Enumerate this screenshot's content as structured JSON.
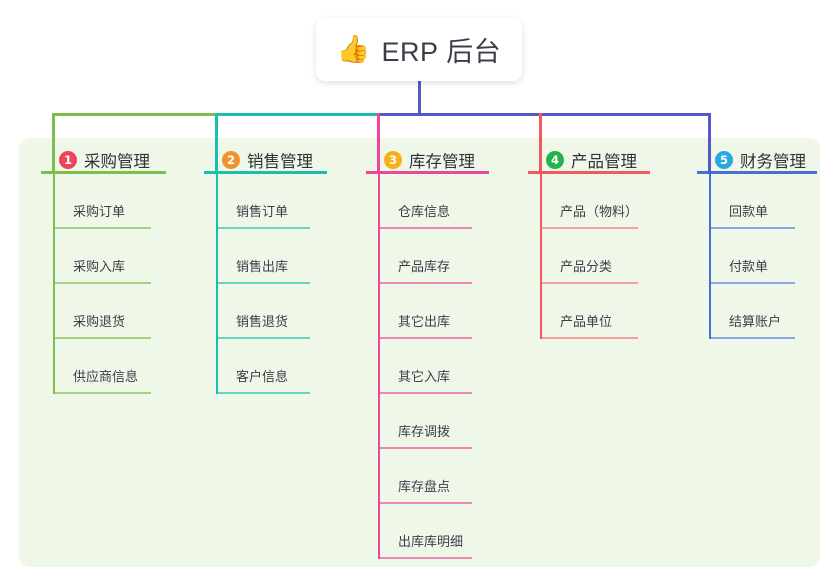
{
  "root": {
    "icon": "thumbs-up-emoji",
    "emoji": "👍",
    "title": "ERP 后台"
  },
  "theme": {
    "panel_bg": "#eff7e9",
    "page_bg": "#ffffff",
    "root_stem": "#5558c8",
    "text": "#3a3f47"
  },
  "columns": [
    {
      "number": "1",
      "title": "采购管理",
      "badge_color": "#ef4458",
      "line_color": "#7cc04b",
      "kid_line_color": "#a9d184",
      "bus_color": "#7cc04b",
      "children": [
        "采购订单",
        "采购入库",
        "采购退货",
        "供应商信息"
      ]
    },
    {
      "number": "2",
      "title": "销售管理",
      "badge_color": "#f2922f",
      "line_color": "#19bfae",
      "kid_line_color": "#6bd3c8",
      "bus_color": "#19bfae",
      "children": [
        "销售订单",
        "销售出库",
        "销售退货",
        "客户信息"
      ]
    },
    {
      "number": "3",
      "title": "库存管理",
      "badge_color": "#f5b01c",
      "line_color": "#ec4899",
      "kid_line_color": "#ef86b8",
      "bus_color": "#ec4899",
      "children": [
        "仓库信息",
        "产品库存",
        "其它出库",
        "其它入库",
        "库存调拨",
        "库存盘点",
        "出库库明细"
      ]
    },
    {
      "number": "4",
      "title": "产品管理",
      "badge_color": "#23b24b",
      "line_color": "#f1595c",
      "kid_line_color": "#f4a0a0",
      "bus_color": "#f1595c",
      "children": [
        "产品（物料）",
        "产品分类",
        "产品单位"
      ]
    },
    {
      "number": "5",
      "title": "财务管理",
      "badge_color": "#29a8e0",
      "line_color": "#4a6fd4",
      "kid_line_color": "#8aa8e4",
      "bus_color": "#5558c8",
      "children": [
        "回款单",
        "付款单",
        "结算账户"
      ]
    }
  ]
}
